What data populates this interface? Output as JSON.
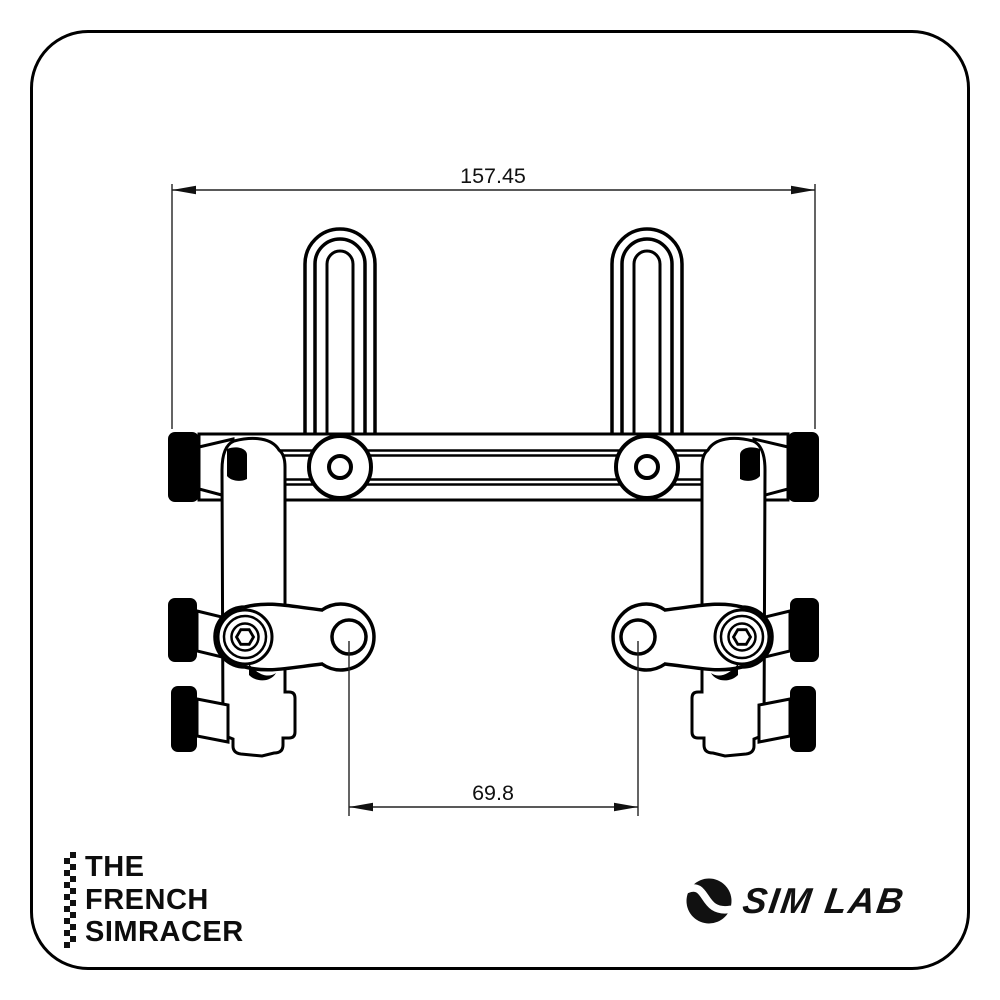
{
  "drawing": {
    "dimension_width": "157.45",
    "dimension_hole_spacing": "69.8"
  },
  "branding": {
    "left_logo": {
      "line1": "THE",
      "line2": "FRENCH",
      "line3": "SIMRACER"
    },
    "right_logo": {
      "name": "SIM LAB"
    }
  }
}
